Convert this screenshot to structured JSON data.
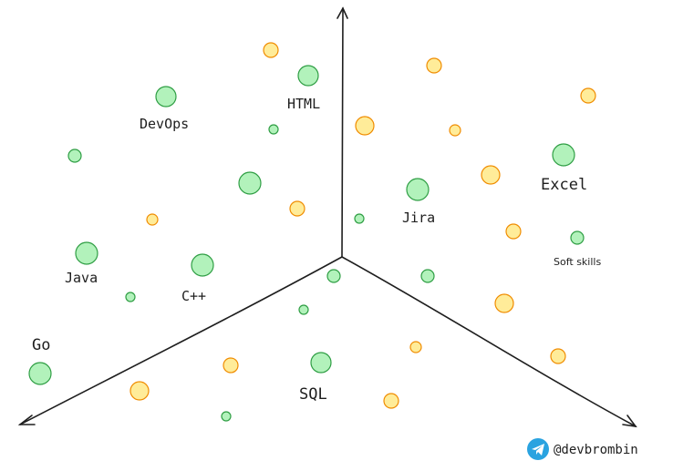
{
  "colors": {
    "green_fill": "#b2f2bb",
    "green_stroke": "#2f9e44",
    "orange_fill": "#ffec99",
    "orange_stroke": "#f08c00",
    "axis": "#1e1e1e",
    "telegram": "#2aa3e0"
  },
  "labels": {
    "devops": "DevOps",
    "html": "HTML",
    "excel": "Excel",
    "jira": "Jira",
    "soft_skills": "Soft skills",
    "java": "Java",
    "cpp": "C++",
    "go": "Go",
    "sql": "SQL"
  },
  "credit": {
    "icon": "telegram-icon",
    "handle": "@devbrombin"
  }
}
